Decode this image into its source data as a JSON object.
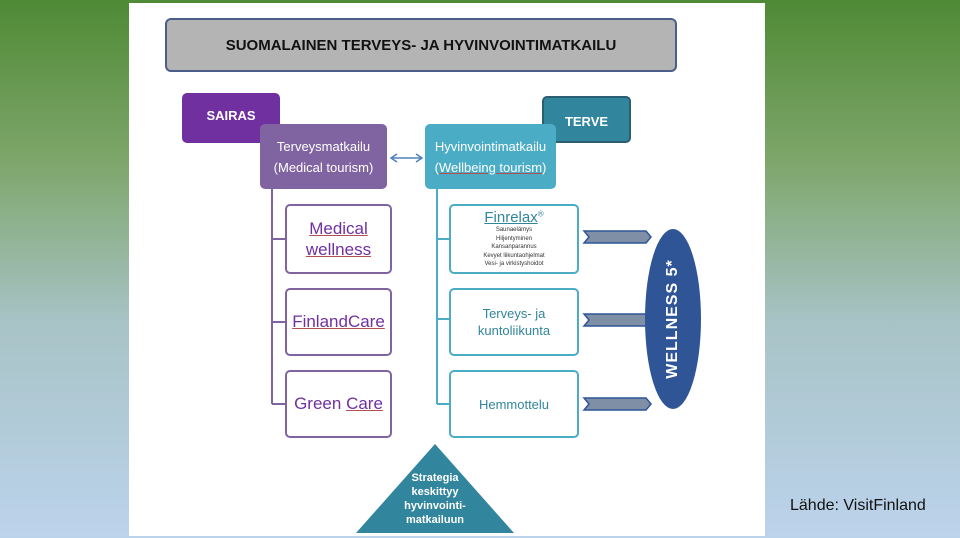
{
  "title": "SUOMALAINEN TERVEYS- JA HYVINVOINTIMATKAILU",
  "sairas": "SAIRAS",
  "terve": "TERVE",
  "health_tourism": {
    "line1": "Terveysmatkailu",
    "line2": "(Medical tourism)"
  },
  "wellbeing_tourism": {
    "line1": "Hyvinvointimatkailu",
    "line2": "(Wellbeing tourism)"
  },
  "medical_branch": {
    "medical_wellness": {
      "line1": "Medical",
      "line2": "wellness"
    },
    "finlandcare": "FinlandCare",
    "green_care": {
      "word1": "Green",
      "word2": "Care"
    }
  },
  "wellbeing_branch": {
    "finrelax": {
      "title": "Finrelax",
      "mark": "®",
      "items": [
        "Saunaelämys",
        "Hiljentyminen",
        "Kansanparannus",
        "Kevyet liikuntaohjelmat",
        "Vesi- ja virkistyshoidot"
      ]
    },
    "fitness": {
      "line1": "Terveys- ja",
      "line2": "kuntoliikunta"
    },
    "pampering": "Hemmottelu"
  },
  "wellness": "WELLNESS  5*",
  "strategy": [
    "Strategia",
    "keskittyy",
    "hyvinvointi-",
    "matkailuun"
  ],
  "source": "Lähde: VisitFinland",
  "colors": {
    "purple": "#7030a0",
    "lavender": "#8064a2",
    "teal": "#31859c",
    "light_teal": "#4bacc6",
    "navy": "#2f5597"
  }
}
